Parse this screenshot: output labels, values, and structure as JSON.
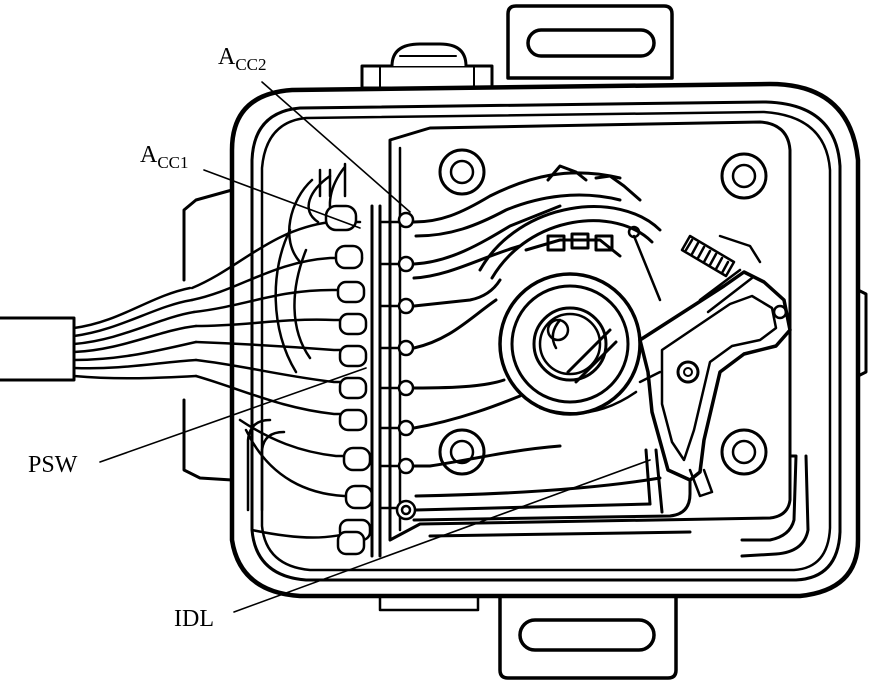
{
  "labels": {
    "acc2": {
      "main": "A",
      "sub": "CC2"
    },
    "acc1": {
      "main": "A",
      "sub": "CC1"
    },
    "psw": "PSW",
    "idl": "IDL"
  }
}
